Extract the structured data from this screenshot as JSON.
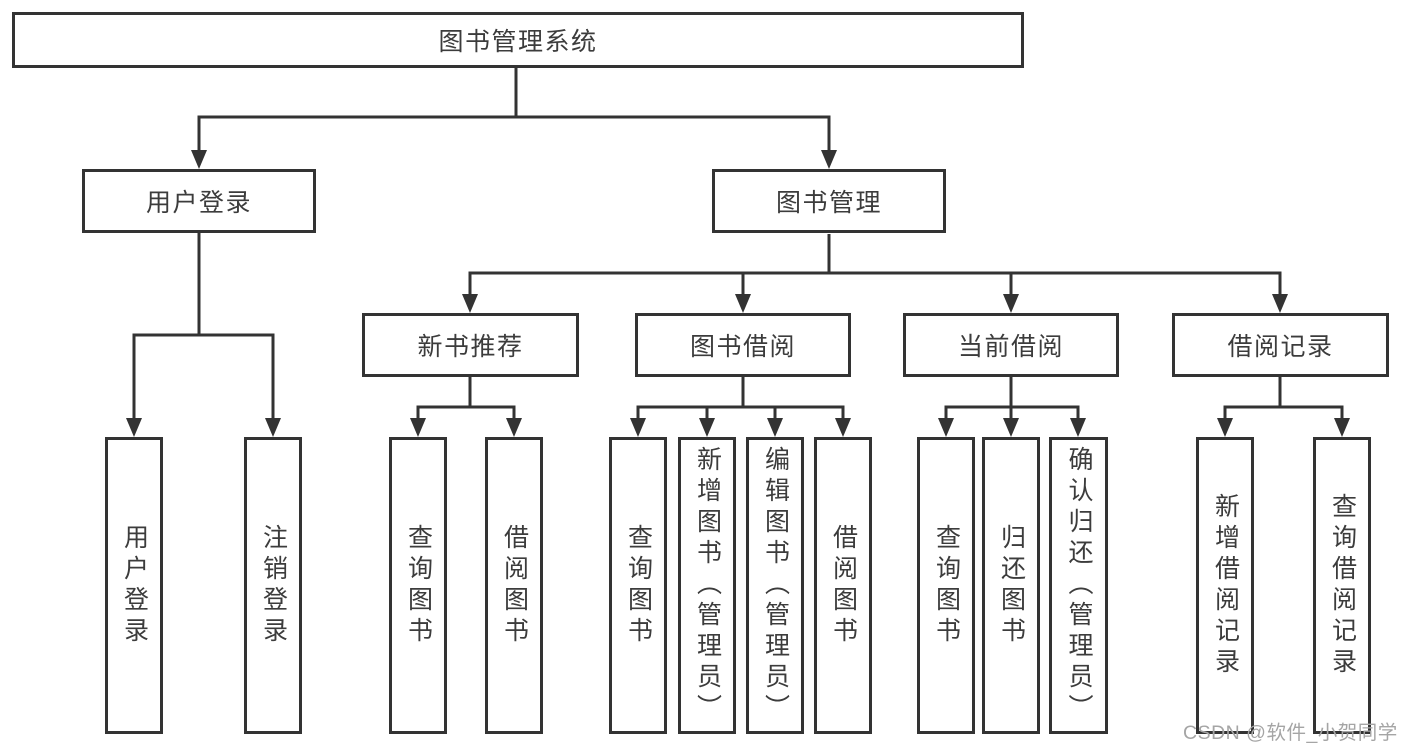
{
  "tree": {
    "root": {
      "label": "图书管理系统"
    },
    "branches": [
      {
        "label": "用户登录",
        "children": [
          {
            "label": "用户登录"
          },
          {
            "label": "注销登录"
          }
        ]
      },
      {
        "label": "图书管理",
        "sections": [
          {
            "label": "新书推荐",
            "children": [
              {
                "label": "查询图书"
              },
              {
                "label": "借阅图书"
              }
            ]
          },
          {
            "label": "图书借阅",
            "children": [
              {
                "label": "查询图书"
              },
              {
                "label": "新增图书（管理员）"
              },
              {
                "label": "编辑图书（管理员）"
              },
              {
                "label": "借阅图书"
              }
            ]
          },
          {
            "label": "当前借阅",
            "children": [
              {
                "label": "查询图书"
              },
              {
                "label": "归还图书"
              },
              {
                "label": "确认归还（管理员）"
              }
            ]
          },
          {
            "label": "借阅记录",
            "children": [
              {
                "label": "新增借阅记录"
              },
              {
                "label": "查询借阅记录"
              }
            ]
          }
        ]
      }
    ]
  },
  "watermark": {
    "text": "CSDN @软件_小贺同学"
  },
  "colors": {
    "line": "#333333",
    "text": "#3c3c3c",
    "watermark": "#a5a5a5",
    "background": "#ffffff"
  }
}
